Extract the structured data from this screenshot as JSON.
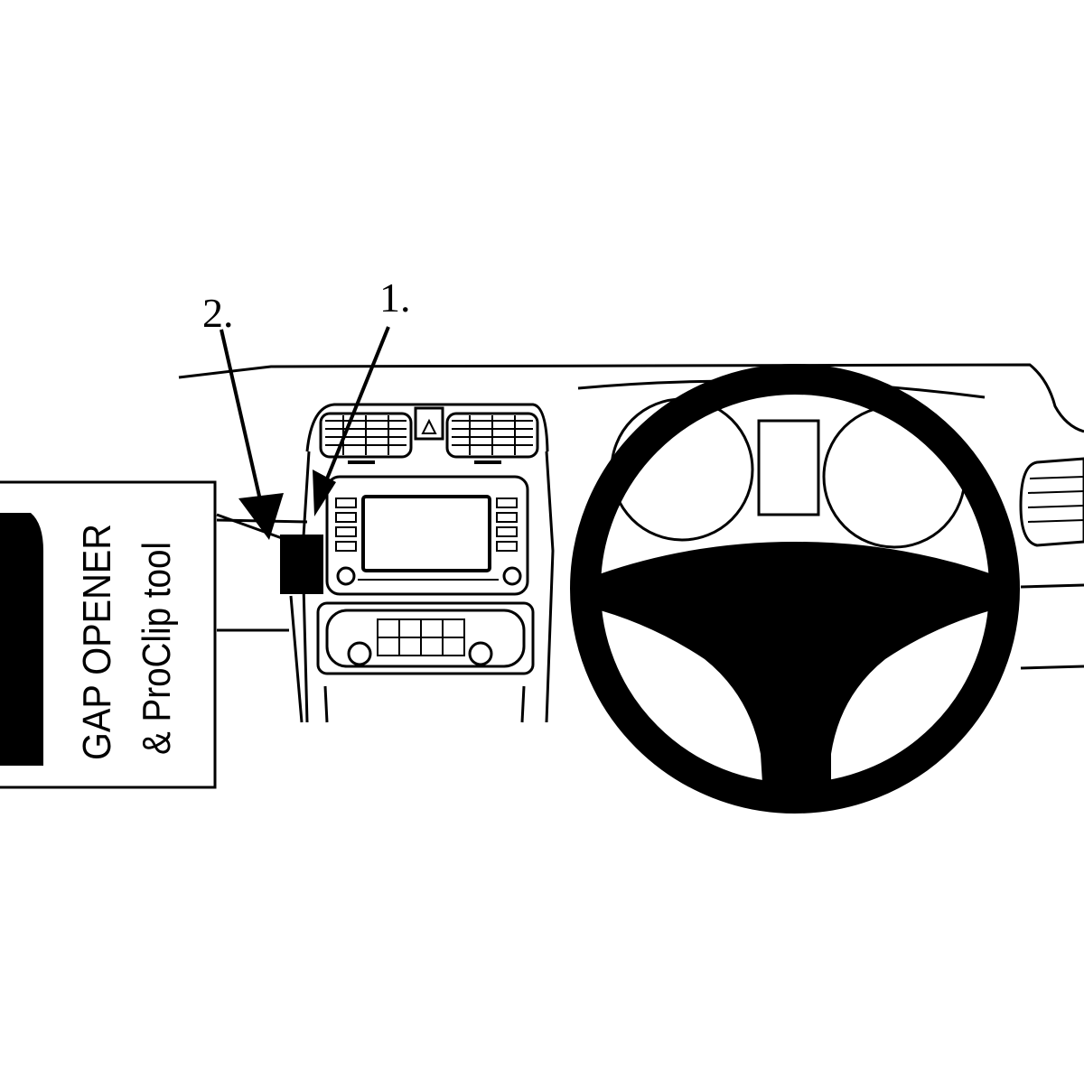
{
  "callouts": {
    "one": "1.",
    "two": "2."
  },
  "tool_box": {
    "line1": "GAP OPENER",
    "line2": "& ProClip tool"
  },
  "icons": {
    "hazard": "hazard-triangle-icon"
  },
  "colors": {
    "ink": "#000000",
    "paper": "#ffffff"
  }
}
